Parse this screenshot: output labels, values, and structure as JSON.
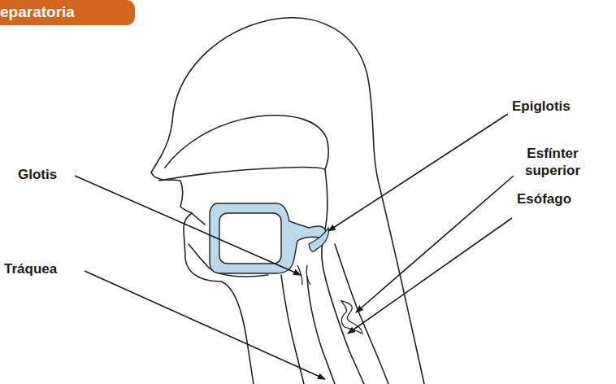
{
  "diagram": {
    "nodes": [
      {
        "text": [
          "eparatoria"
        ]
      }
    ],
    "labels": [
      "Epiglotis",
      "Glotis",
      "Esfínter superior",
      "Tráquea",
      "Esófago"
    ]
  }
}
